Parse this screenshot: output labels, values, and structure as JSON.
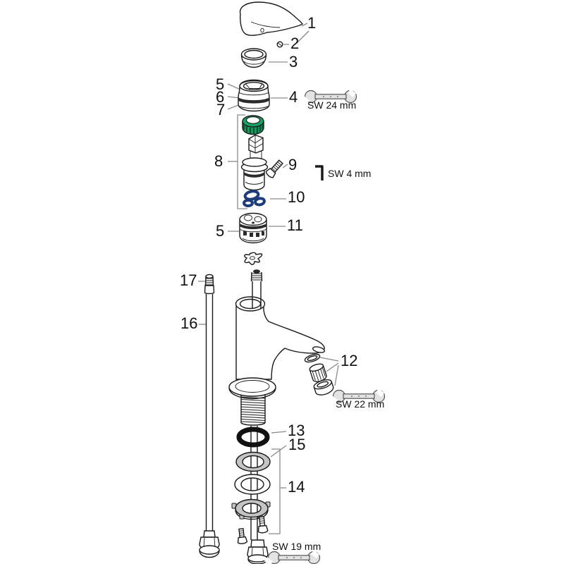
{
  "diagram": {
    "type": "exploded-parts-diagram",
    "subject": "single-lever basin faucet",
    "callouts": {
      "c1": "1",
      "c2": "2",
      "c3": "3",
      "c4": "4",
      "c5a": "5",
      "c6": "6",
      "c7": "7",
      "c8": "8",
      "c9": "9",
      "c10": "10",
      "c11": "11",
      "c5b": "5",
      "c12": "12",
      "c13": "13",
      "c15": "15",
      "c14": "14",
      "c16": "16",
      "c17": "17"
    },
    "tools": {
      "sw24": "SW 24 mm",
      "sw4": "SW 4 mm",
      "sw22": "SW 22 mm",
      "sw19": "SW 19 mm"
    },
    "colors": {
      "line": "#1a1a1a",
      "leader": "#8a8a8a",
      "seal_green": "#18a266",
      "seal_blue": "#1d3d7a",
      "tool": "#e3e3e3",
      "band": "#2b2b2b"
    }
  }
}
